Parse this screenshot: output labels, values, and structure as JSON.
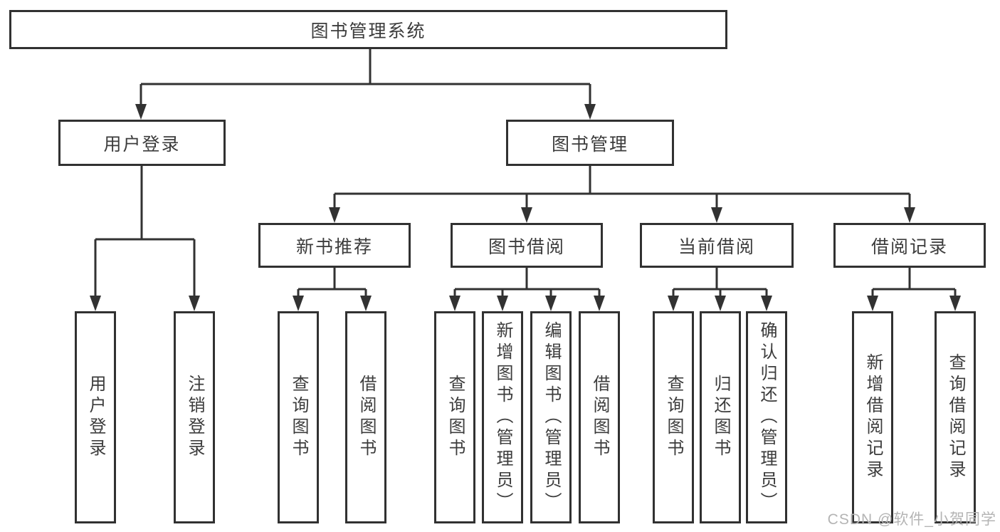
{
  "tree": {
    "label": "图书管理系统",
    "children": [
      {
        "label": "用户登录",
        "children": [
          {
            "label": "用户登录"
          },
          {
            "label": "注销登录"
          }
        ]
      },
      {
        "label": "图书管理",
        "children": [
          {
            "label": "新书推荐",
            "children": [
              {
                "label": "查询图书"
              },
              {
                "label": "借阅图书"
              }
            ]
          },
          {
            "label": "图书借阅",
            "children": [
              {
                "label": "查询图书"
              },
              {
                "label": "新增图书（管理员）"
              },
              {
                "label": "编辑图书（管理员）"
              },
              {
                "label": "借阅图书"
              }
            ]
          },
          {
            "label": "当前借阅",
            "children": [
              {
                "label": "查询图书"
              },
              {
                "label": "归还图书"
              },
              {
                "label": "确认归还（管理员）"
              }
            ]
          },
          {
            "label": "借阅记录",
            "children": [
              {
                "label": "新增借阅记录"
              },
              {
                "label": "查询借阅记录"
              }
            ]
          }
        ]
      }
    ]
  },
  "watermark": {
    "text": "CSDN @软件_小贺同学",
    "color": "#b4b4b4"
  },
  "colors": {
    "line": "#323232",
    "box_border": "#313131",
    "box_background": "#ffffff",
    "text": "#3c3c3c",
    "canvas_background": "#ffffff"
  }
}
